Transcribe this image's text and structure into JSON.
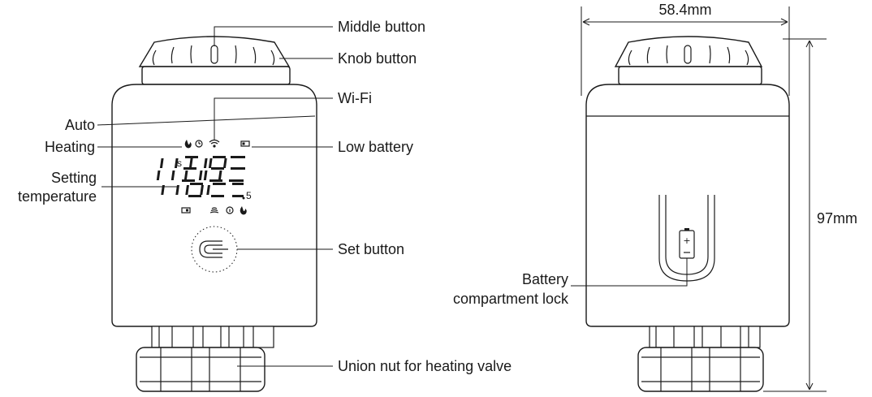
{
  "labels": {
    "middle_button": "Middle button",
    "knob_button": "Knob button",
    "wifi": "Wi-Fi",
    "auto": "Auto",
    "heating": "Heating",
    "low_battery": "Low battery",
    "setting": "Setting",
    "temperature": "temperature",
    "set_button": "Set button",
    "union_nut": "Union nut for heating valve",
    "battery": "Battery",
    "compartment_lock": "compartment lock"
  },
  "dimensions": {
    "width": "58.4mm",
    "height": "97mm"
  },
  "display": {
    "small_s": "s",
    "decimal_5": "5"
  },
  "icons": {
    "flame": "flame-icon",
    "clock": "clock-icon",
    "wifi": "wifi-icon",
    "battery": "battery-icon",
    "heat_waves": "heat-waves-icon",
    "info": "info-icon",
    "plus": "+",
    "minus": "−"
  }
}
